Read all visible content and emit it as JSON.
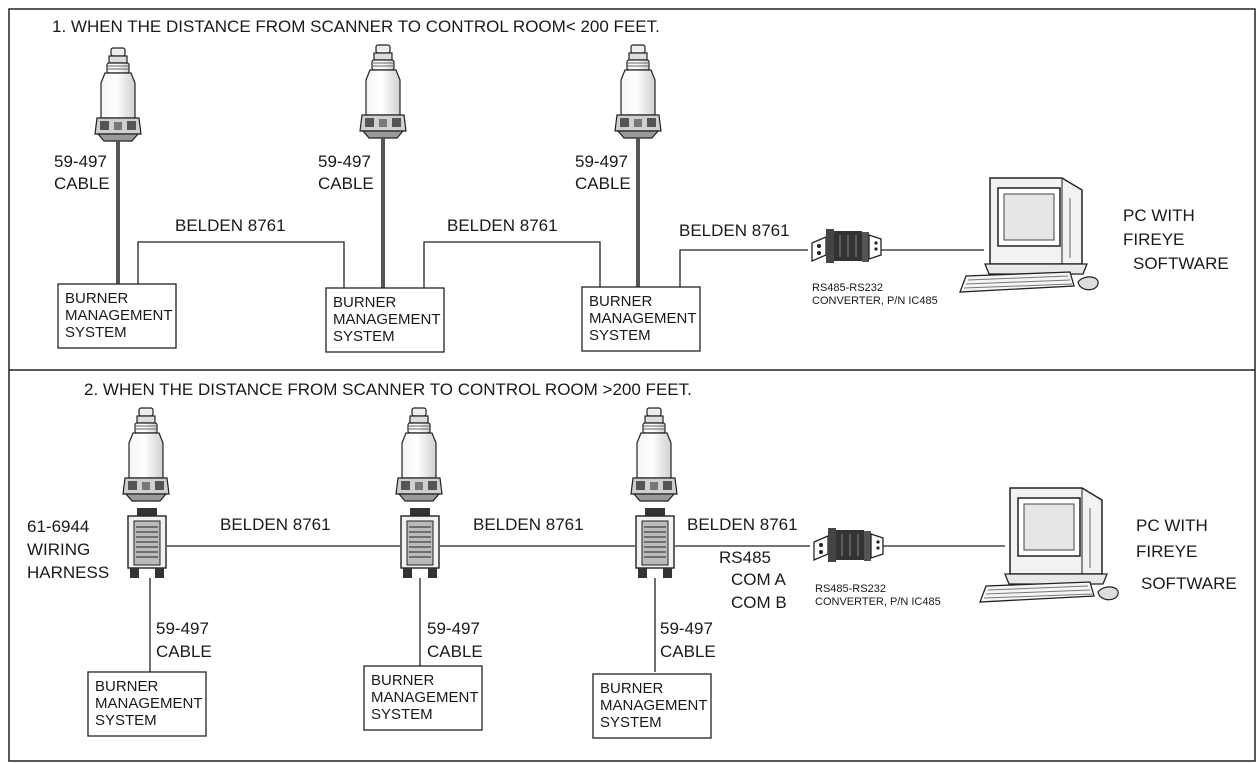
{
  "panel1": {
    "heading": "1.  WHEN THE DISTANCE FROM SCANNER TO CONTROL ROOM< 200 FEET.",
    "units": [
      {
        "cable_line1": "59-497",
        "cable_line2": "CABLE",
        "bms": [
          "BURNER",
          "MANAGEMENT",
          "SYSTEM"
        ]
      },
      {
        "cable_line1": "59-497",
        "cable_line2": "CABLE",
        "bms": [
          "BURNER",
          "MANAGEMENT",
          "SYSTEM"
        ]
      },
      {
        "cable_line1": "59-497",
        "cable_line2": "CABLE",
        "bms": [
          "BURNER",
          "MANAGEMENT",
          "SYSTEM"
        ]
      }
    ],
    "links": [
      "BELDEN 8761",
      "BELDEN 8761",
      "BELDEN 8761"
    ],
    "converter": [
      "RS485-RS232",
      "CONVERTER, P/N IC485"
    ],
    "pc": [
      "PC WITH",
      "FIREYE",
      "SOFTWARE"
    ]
  },
  "panel2": {
    "heading": "2.  WHEN THE DISTANCE FROM SCANNER TO CONTROL ROOM >200 FEET.",
    "harness": [
      "61-6944",
      "WIRING",
      "HARNESS"
    ],
    "units": [
      {
        "cable_line1": "59-497",
        "cable_line2": "CABLE",
        "bms": [
          "BURNER",
          "MANAGEMENT",
          "SYSTEM"
        ]
      },
      {
        "cable_line1": "59-497",
        "cable_line2": "CABLE",
        "bms": [
          "BURNER",
          "MANAGEMENT",
          "SYSTEM"
        ]
      },
      {
        "cable_line1": "59-497",
        "cable_line2": "CABLE",
        "bms": [
          "BURNER",
          "MANAGEMENT",
          "SYSTEM"
        ]
      }
    ],
    "links": [
      "BELDEN 8761",
      "BELDEN 8761",
      "BELDEN 8761"
    ],
    "rs485": [
      "RS485",
      "COM A",
      "COM B"
    ],
    "converter": [
      "RS485-RS232",
      "CONVERTER, P/N IC485"
    ],
    "pc": [
      "PC WITH",
      "FIREYE",
      "SOFTWARE"
    ]
  }
}
